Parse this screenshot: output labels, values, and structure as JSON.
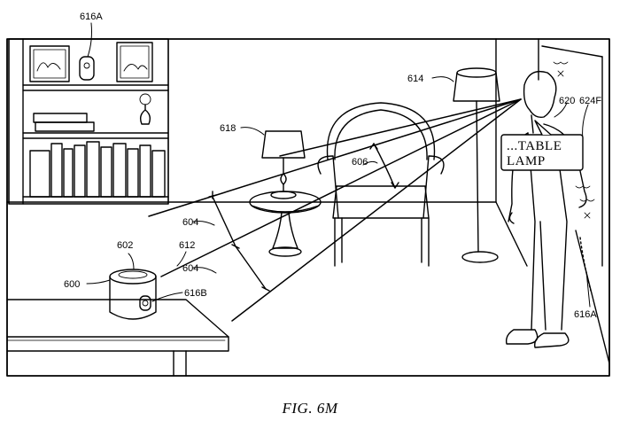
{
  "labels": {
    "r616a_top": "616A",
    "r614": "614",
    "r620": "620",
    "r624f": "624F",
    "r618": "618",
    "r606": "606",
    "r604_upper": "604",
    "r604_lower": "604",
    "r602": "602",
    "r612": "612",
    "r600": "600",
    "r616b": "616B",
    "r616a_right": "616A"
  },
  "speech_bubble": {
    "line1": "...TABLE",
    "line2": "LAMP"
  },
  "caption": "FIG. 6M"
}
